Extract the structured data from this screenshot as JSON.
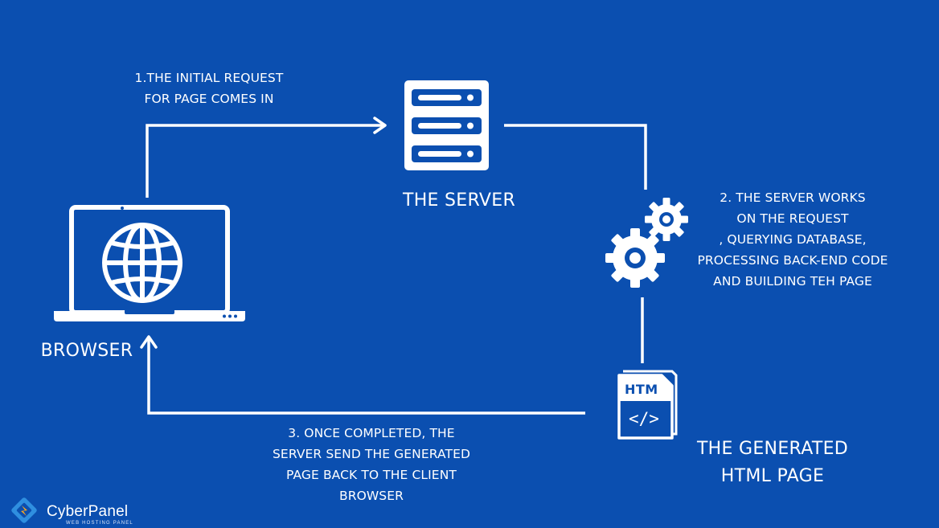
{
  "nodes": {
    "server": {
      "label": "THE SERVER"
    },
    "browser": {
      "label": "BROWSER"
    },
    "html_page": {
      "label": "THE GENERATED\nHTML PAGE",
      "icon_text": "HTM",
      "code_text": "</>"
    }
  },
  "steps": {
    "step1": "1.THE INITIAL REQUEST\nFOR PAGE COMES IN",
    "step2": "2. THE SERVER WORKS\nON THE REQUEST\n, QUERYING DATABASE,\nPROCESSING BACK-END CODE\nAND BUILDING TEH PAGE",
    "step3": "3. ONCE COMPLETED, THE\nSERVER SEND THE GENERATED\nPAGE BACK TO THE CLIENT\nBROWSER"
  },
  "brand": {
    "name": "CyberPanel",
    "tagline": "WEB HOSTING PANEL"
  },
  "colors": {
    "background": "#0b4fb0",
    "foreground": "#ffffff",
    "logo_orange": "#f5a623",
    "logo_blue": "#2f8fe0"
  },
  "icons": [
    "server-icon",
    "laptop-icon",
    "globe-icon",
    "gears-icon",
    "html-file-icon",
    "cyberpanel-logo-icon"
  ]
}
